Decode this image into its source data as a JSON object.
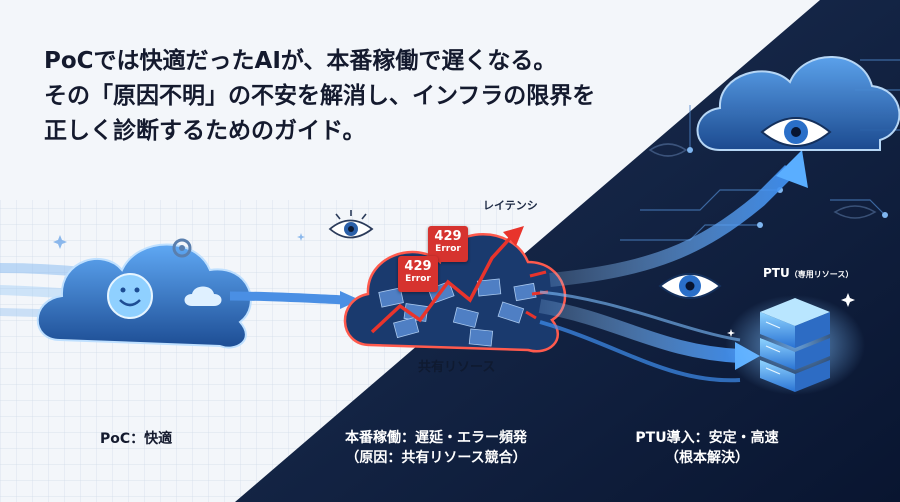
{
  "headline": {
    "line1": "PoCでは快適だったAIが、本番稼働で遅くなる。",
    "line2": "その「原因不明」の不安を解消し、インフラの限界を",
    "line3": "正しく診断するためのガイド。"
  },
  "scene": {
    "poc_label": "PoC：快適",
    "prod_label_line1": "本番稼働：遅延・エラー頻発",
    "prod_label_line2": "（原因：共有リソース競合）",
    "ptu_label_line1": "PTU導入：安定・高速",
    "ptu_label_line2": "（根本解決）",
    "shared_resource_label": "共有リソース",
    "latency_label": "レイテンシ",
    "ptu_tag_main": "PTU",
    "ptu_tag_sub": "（専用リソース）",
    "errors": [
      {
        "code": "429",
        "word": "Error"
      },
      {
        "code": "429",
        "word": "Error"
      }
    ]
  },
  "colors": {
    "light_bg": "#f3f6fa",
    "dark_bg": "#0f1e3d",
    "accent_blue": "#3f8ff0",
    "error_red": "#d6332f",
    "headline": "#141a2e"
  },
  "icons": [
    "gear-icon",
    "smile-icon",
    "cloud-icon",
    "eye-icon",
    "worried-eye-icon",
    "server-stack-icon",
    "sparkle-icon"
  ]
}
